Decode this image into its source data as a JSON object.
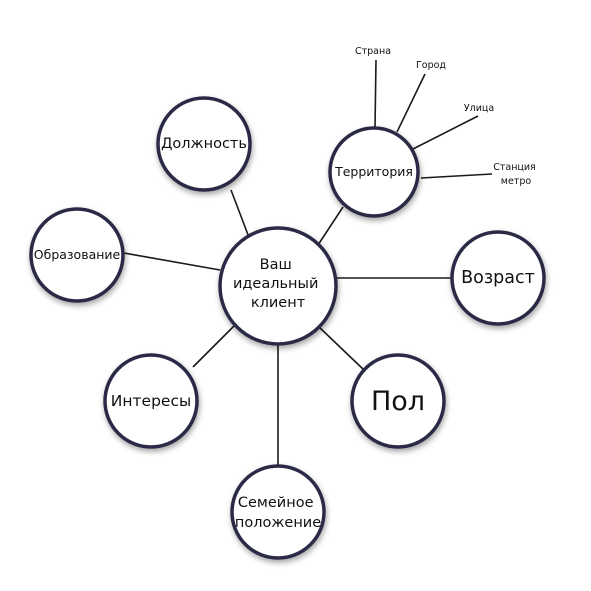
{
  "diagram": {
    "center": {
      "lines": [
        "Ваш",
        "идеальный",
        "клиент"
      ]
    },
    "nodes": {
      "position": [
        "Должность"
      ],
      "territory": [
        "Территория"
      ],
      "education": [
        "Образование"
      ],
      "age": [
        "Возраст"
      ],
      "interests": [
        "Интересы"
      ],
      "gender": [
        "Пол"
      ],
      "family": [
        "Семейное",
        "положение"
      ]
    },
    "territory_leaves": {
      "country": [
        "Страна"
      ],
      "city": [
        "Город"
      ],
      "street": [
        "Улица"
      ],
      "metro": [
        "Станция",
        "метро"
      ]
    }
  }
}
